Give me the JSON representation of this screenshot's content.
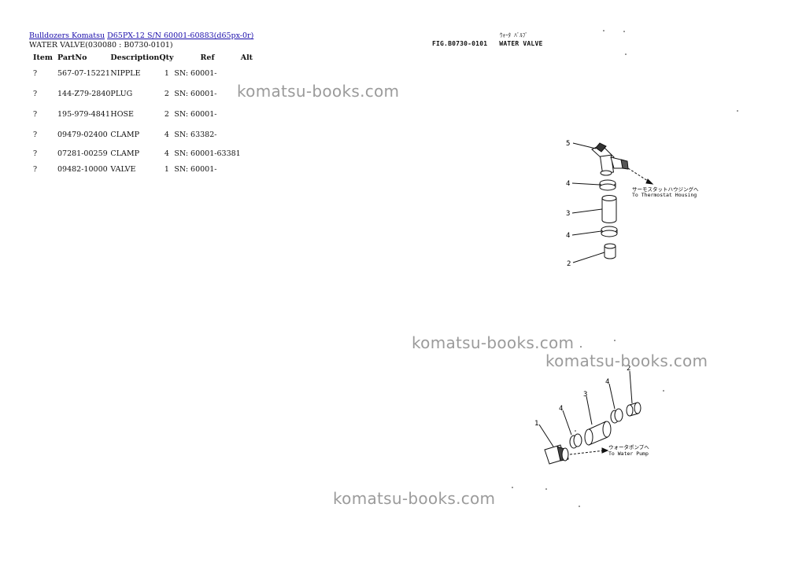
{
  "breadcrumb": {
    "link1": "Bulldozers Komatsu",
    "link2": "D65PX-12 S/N 60001-60883(d65px-0r)"
  },
  "subtitle": "WATER VALVE(030080 : B0730-0101)",
  "table": {
    "headers": [
      "Item",
      "PartNo",
      "Description",
      "Qty",
      "Ref",
      "Alt"
    ],
    "rows": [
      {
        "item": "?",
        "partno": "567-07-15221",
        "desc": "NIPPLE",
        "qty": "1",
        "ref": "SN: 60001-",
        "alt": ""
      },
      {
        "item": "?",
        "partno": "144-Z79-2840",
        "desc": "PLUG",
        "qty": "2",
        "ref": "SN: 60001-",
        "alt": ""
      },
      {
        "item": "?",
        "partno": "195-979-4841",
        "desc": "HOSE",
        "qty": "2",
        "ref": "SN: 60001-",
        "alt": ""
      },
      {
        "item": "?",
        "partno": "09479-02400",
        "desc": "CLAMP",
        "qty": "4",
        "ref": "SN: 63382-",
        "alt": ""
      },
      {
        "item": "?",
        "partno": "07281-00259",
        "desc": "CLAMP",
        "qty": "4",
        "ref": "SN: 60001-63381",
        "alt": ""
      },
      {
        "item": "?",
        "partno": "09482-10000",
        "desc": "VALVE",
        "qty": "1",
        "ref": "SN: 60001-",
        "alt": ""
      }
    ]
  },
  "figure": {
    "code": "FIG.B0730-0101",
    "title": "WATER VALVE",
    "jp_title": "ｳｫｰﾀ ﾊﾞﾙﾌﾞ",
    "note_top_jp": "サーモスタットハウジングへ",
    "note_top_en": "To Thermostat Housing",
    "note_bottom_jp": "ウォータポンプへ",
    "note_bottom_en": "To Water Pump",
    "callouts_top": [
      "5",
      "4",
      "3",
      "4",
      "2"
    ],
    "callouts_bottom": [
      "1",
      "4",
      "3",
      "4",
      "2"
    ]
  },
  "watermarks": [
    "komatsu-books.com",
    "komatsu-books.com",
    "komatsu-books.com",
    "komatsu-books.com"
  ]
}
